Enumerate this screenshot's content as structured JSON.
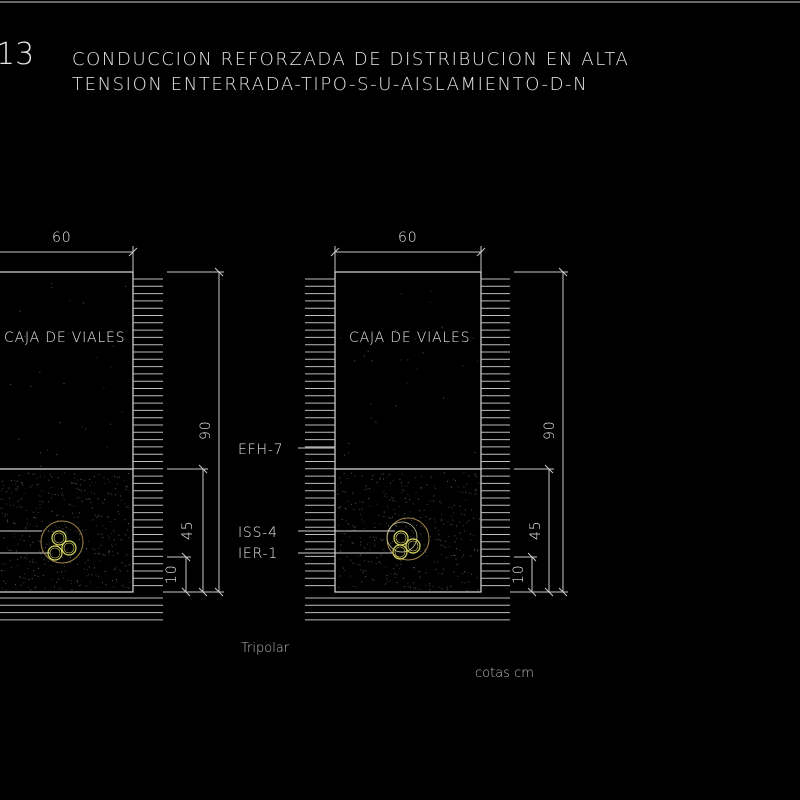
{
  "sheet": {
    "number": "13",
    "title_line_1": "CONDUCCION REFORZADA DE DISTRIBUCION EN ALTA",
    "title_line_2": "TENSION ENTERRADA-TIPO-S-U-AISLAMIENTO-D-N"
  },
  "colors": {
    "background": "#000000",
    "lines": "#e0e0e0",
    "hatch": "#bfbfbf",
    "dimension": "#a9a9a9",
    "cable_outer": "#b59a55",
    "cable_inner": "#d6d66a"
  },
  "sections": [
    {
      "id": "left",
      "box_label": "CAJA DE VIALES",
      "width_dim": "60",
      "height_dim_total": "90",
      "height_dim_fill": "45",
      "height_dim_bottom": "10",
      "cable_type": "tripolar"
    },
    {
      "id": "right",
      "box_label": "CAJA DE VIALES",
      "width_dim": "60",
      "height_dim_total": "90",
      "height_dim_fill": "45",
      "height_dim_bottom": "10",
      "cable_type": "tripolar"
    }
  ],
  "callouts": [
    {
      "label": "EFH-7"
    },
    {
      "label": "ISS-4"
    },
    {
      "label": "IER-1"
    }
  ],
  "notes": {
    "cable_caption": "Tripolar",
    "units_note": "cotas cm"
  }
}
